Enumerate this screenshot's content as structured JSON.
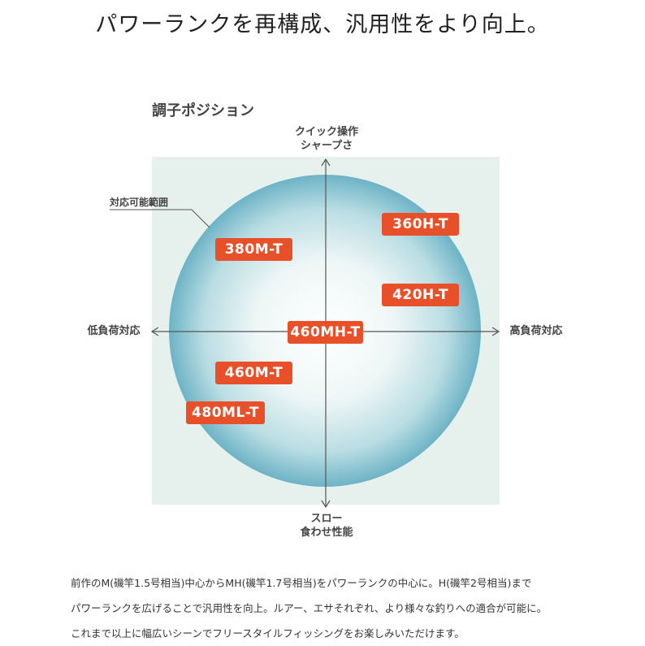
{
  "headline": "パワーランクを再構成、汎用性をより向上。",
  "diagram": {
    "title": "調子ポジション",
    "axis_top": [
      "クイック操作",
      "シャープさ"
    ],
    "axis_bottom": [
      "スロー",
      "食わせ性能"
    ],
    "axis_left": "低負荷対応",
    "axis_right": "高負荷対応",
    "range_label": "対応可能範囲",
    "ranks": [
      "360H-T",
      "380M-T",
      "420H-T",
      "460MH-T",
      "460M-T",
      "480ML-T"
    ],
    "colors": {
      "badge": "#e8502a",
      "background": "#e6f1ee",
      "circle_edge": "#6db3c6"
    }
  },
  "description": [
    "前作のM(磯竿1.5号相当)中心からMH(磯竿1.7号相当)をパワーランクの中心に。H(磯竿2号相当)まで",
    "パワーランクを広げることで汎用性を向上。ルアー、エサそれぞれ、より様々な釣りへの適合が可能に。",
    "これまで以上に幅広いシーンでフリースタイルフィッシングをお楽しみいただけます。"
  ]
}
